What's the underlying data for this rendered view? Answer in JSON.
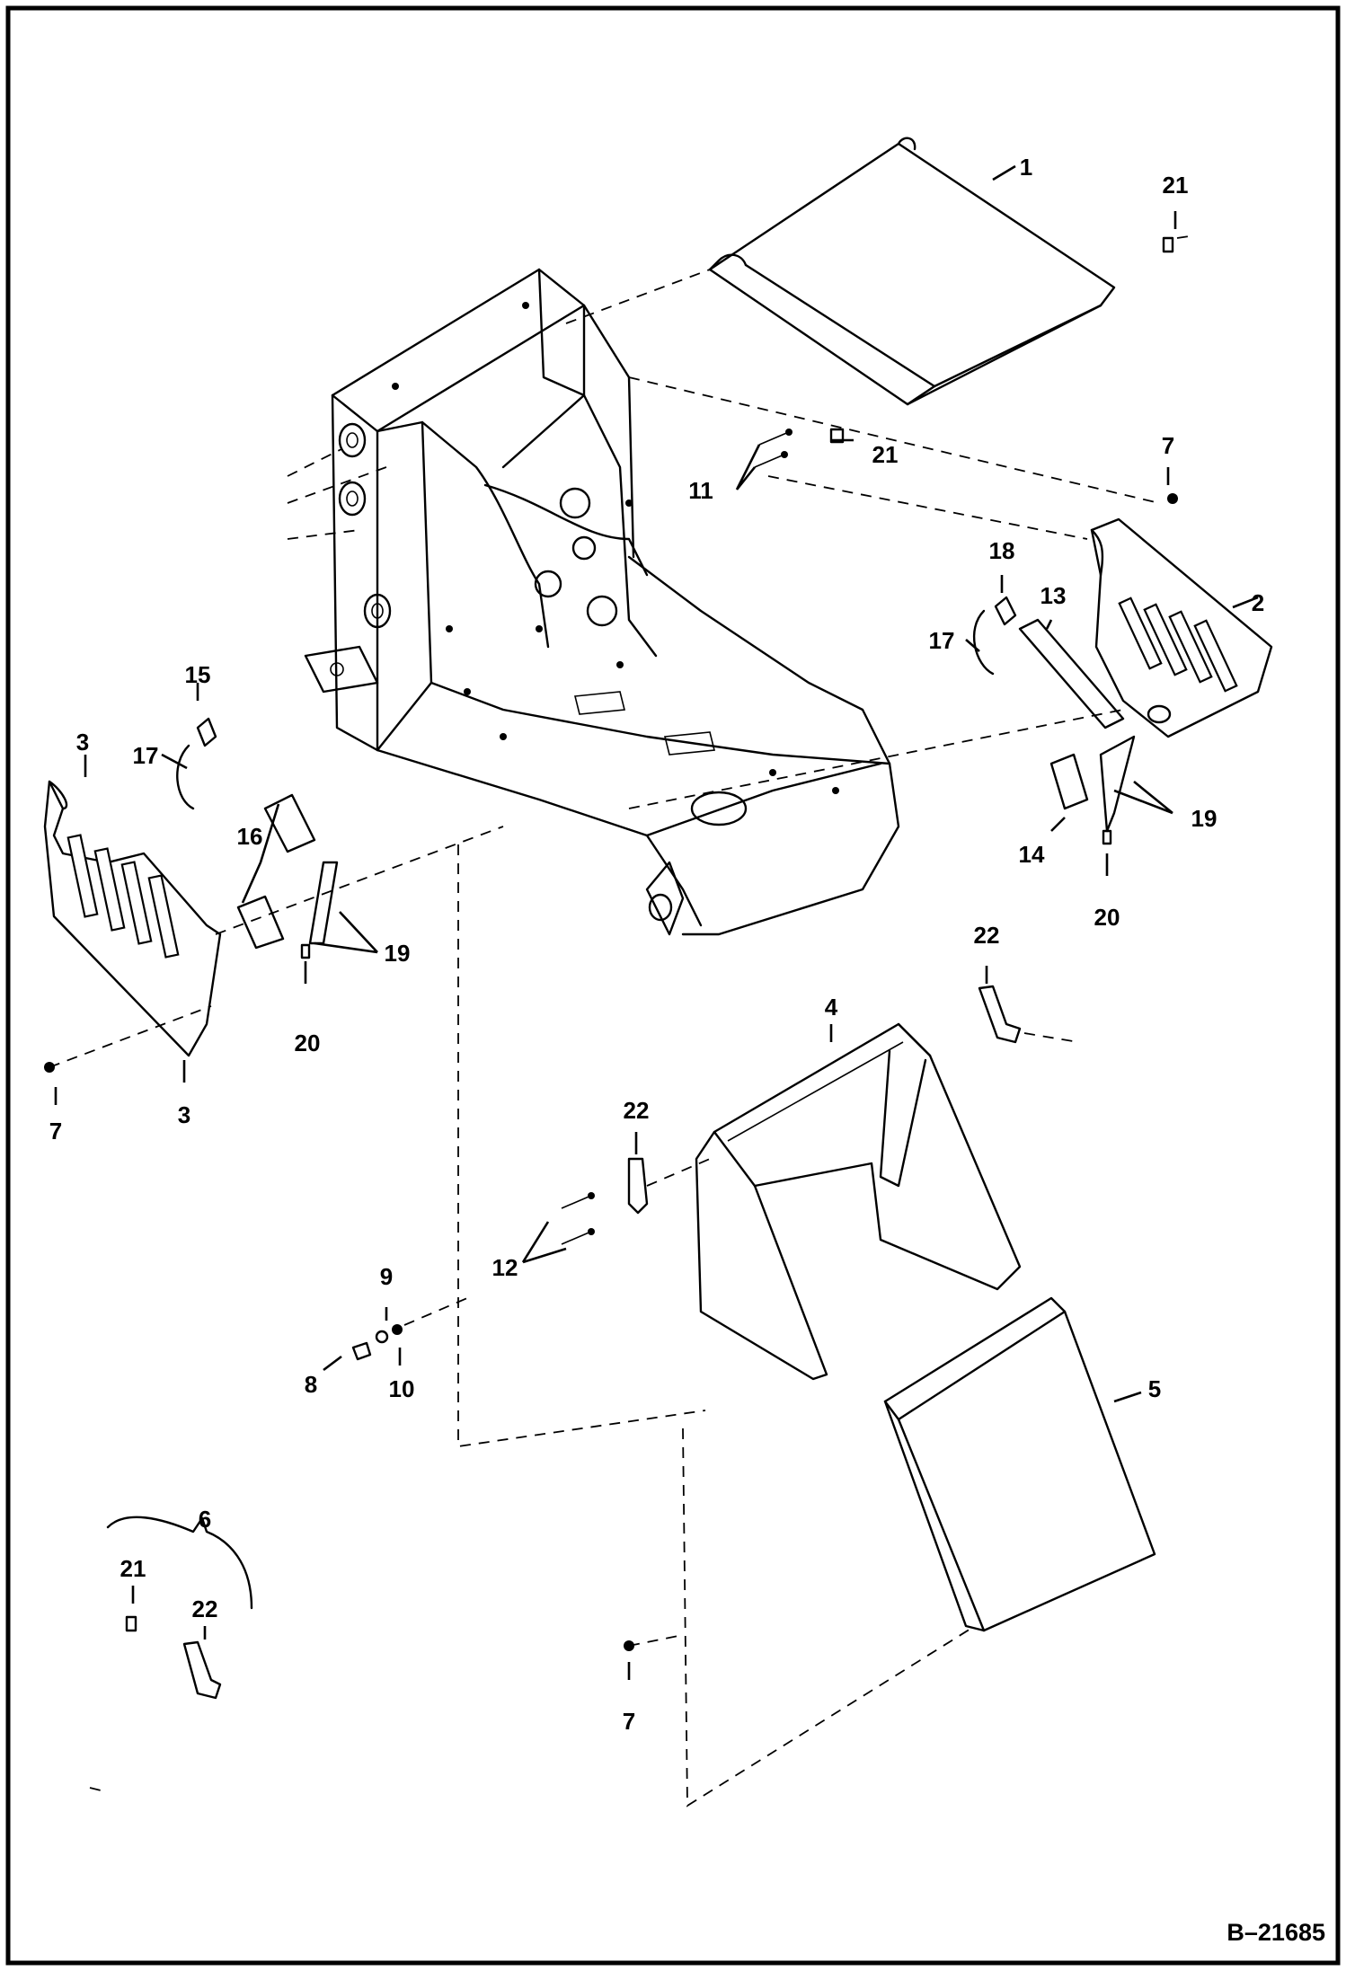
{
  "drawing_number": "B–21685",
  "callouts": {
    "c1": "1",
    "c2": "2",
    "c3a": "3",
    "c3b": "3",
    "c4": "4",
    "c5": "5",
    "c6": "6",
    "c7a": "7",
    "c7b": "7",
    "c7c": "7",
    "c8": "8",
    "c9": "9",
    "c10": "10",
    "c11": "11",
    "c12": "12",
    "c13": "13",
    "c14": "14",
    "c15": "15",
    "c16": "16",
    "c17a": "17",
    "c17b": "17",
    "c18": "18",
    "c19a": "19",
    "c19b": "19",
    "c20a": "20",
    "c20b": "20",
    "c21a": "21",
    "c21b": "21",
    "c21c": "21",
    "c22a": "22",
    "c22b": "22",
    "c22c": "22"
  }
}
